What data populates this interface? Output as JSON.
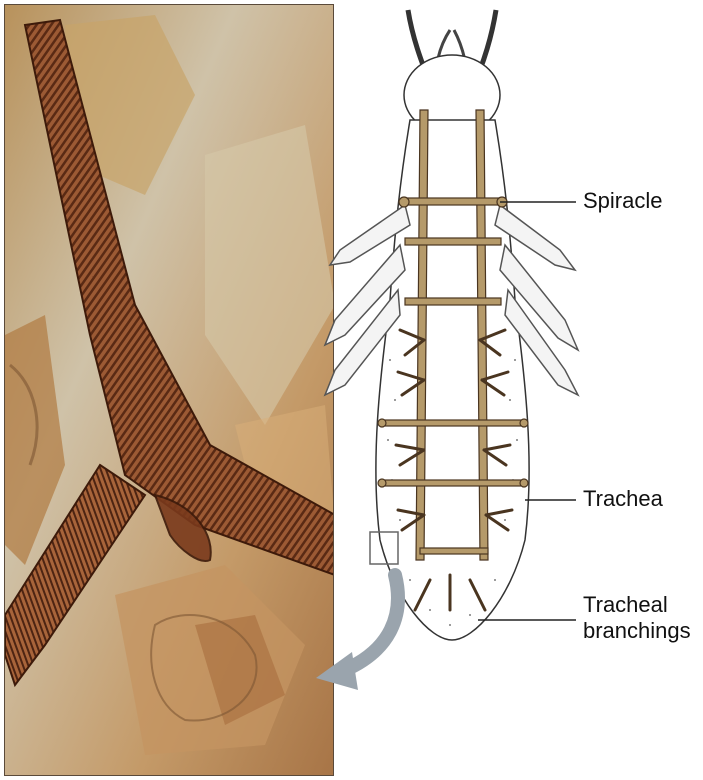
{
  "labels": {
    "spiracle": "Spiracle",
    "trachea": "Trachea",
    "tracheal_branchings_line1": "Tracheal",
    "tracheal_branchings_line2": "branchings"
  },
  "colors": {
    "trachea_fill": "#b59a6a",
    "trachea_stroke": "#4a3520",
    "photo_background": "#c9b79a",
    "arrow": "#9aa4ad"
  },
  "icons": {
    "magnify_arrow": "curved-arrow-icon",
    "inset_box": "inset-box-icon"
  }
}
